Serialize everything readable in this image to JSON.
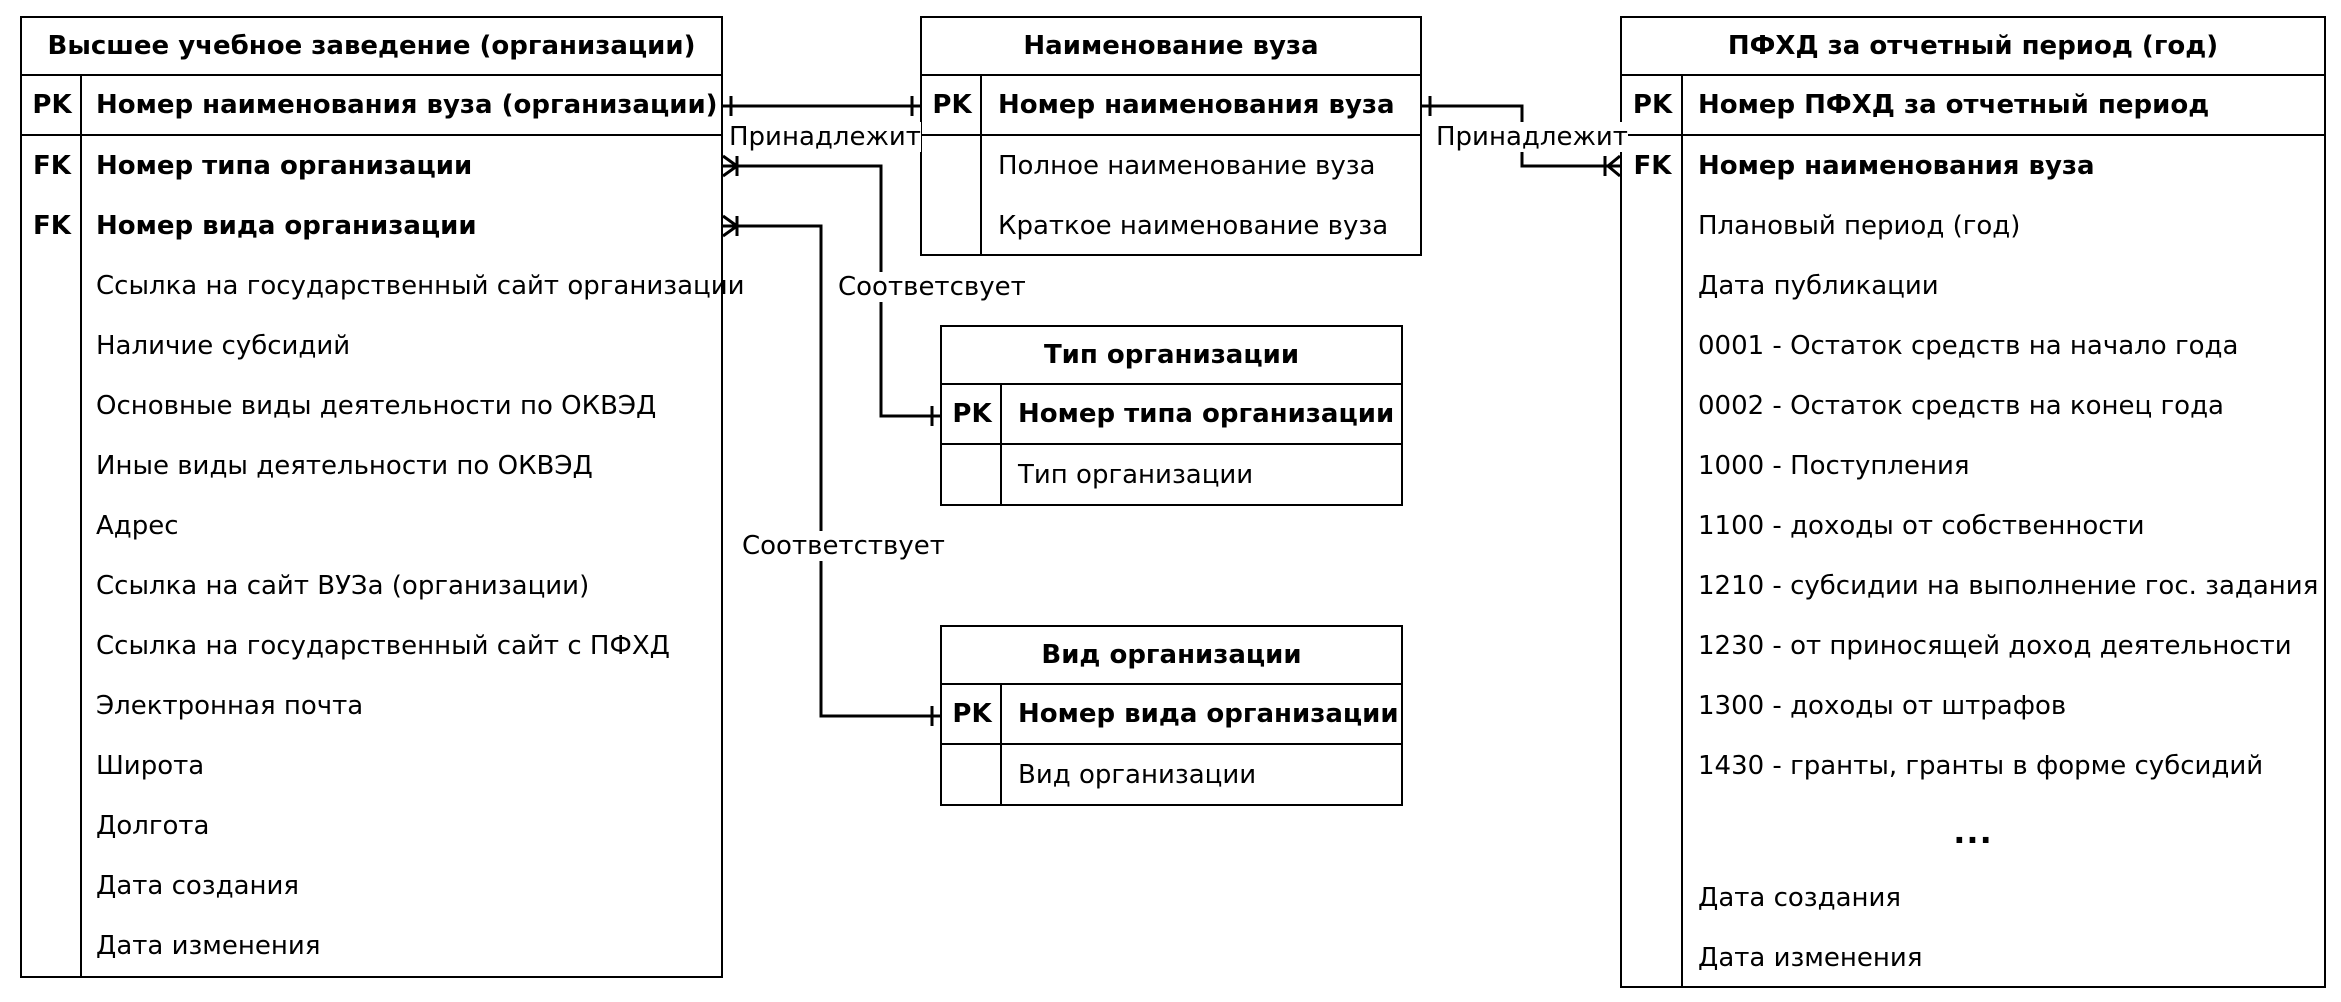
{
  "entities": {
    "university": {
      "title": "Высшее учебное заведение (организации)",
      "pk": {
        "key": "PK",
        "name": "Номер наименования вуза (организации)"
      },
      "fk": [
        {
          "key": "FK",
          "name": "Номер типа организации"
        },
        {
          "key": "FK",
          "name": "Номер вида организации"
        }
      ],
      "attributes": [
        "Ссылка на государственный сайт организации",
        "Наличие субсидий",
        "Основные виды деятельности по ОКВЭД",
        "Иные виды деятельности по ОКВЭД",
        "Адрес",
        "Ссылка на сайт ВУЗа (организации)",
        "Ссылка на государственный сайт с ПФХД",
        "Электронная почта",
        "Широта",
        "Долгота",
        "Дата создания",
        "Дата изменения"
      ]
    },
    "name": {
      "title": "Наименование вуза",
      "pk": {
        "key": "PK",
        "name": "Номер наименования вуза"
      },
      "attributes": [
        "Полное наименование вуза",
        "Краткое наименование вуза"
      ]
    },
    "org_type": {
      "title": "Тип организации",
      "pk": {
        "key": "PK",
        "name": "Номер типа организации"
      },
      "attributes": [
        "Тип организации"
      ]
    },
    "org_kind": {
      "title": "Вид организации",
      "pk": {
        "key": "PK",
        "name": "Номер вида организации"
      },
      "attributes": [
        "Вид организации"
      ]
    },
    "pfhd": {
      "title": "ПФХД за отчетный период (год)",
      "pk": {
        "key": "PK",
        "name": "Номер ПФХД за отчетный период"
      },
      "fk": [
        {
          "key": "FK",
          "name": "Номер наименования вуза"
        }
      ],
      "attributes": [
        "Плановый период (год)",
        "Дата публикации",
        "0001 - Остаток средств на начало года",
        "0002 - Остаток средств на конец года",
        "1000 - Поступления",
        "1100 - доходы от собственности",
        "1210 - субсидии на выполнение гос. задания",
        "1230 - от приносящей доход деятельности",
        "1300 - доходы от штрафов",
        "1430 - гранты, гранты в форме субсидий",
        "...",
        "Дата создания",
        "Дата изменения"
      ]
    }
  },
  "relations": {
    "belongs_left": "Принадлежит",
    "belongs_right": "Принадлежит",
    "corresponds_type": "Соответсвует",
    "corresponds_kind": "Соответствует"
  }
}
